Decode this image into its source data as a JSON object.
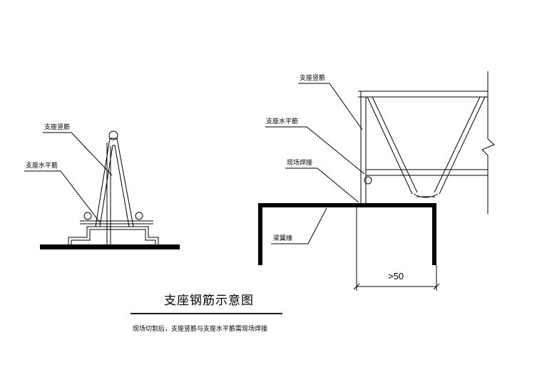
{
  "left_detail": {
    "label_vertical": "支座竖筋",
    "label_horizontal": "支座水平筋"
  },
  "right_detail": {
    "label_vertical": "支座竖筋",
    "label_horizontal": "支座水平筋",
    "label_weld": "现场焊接",
    "label_beam_edge": "梁翼缘",
    "dimension": ">50"
  },
  "caption": {
    "title": "支座钢筋示意图",
    "note": "现场切割后，支座竖筋与支座水平筋需现场焊接"
  }
}
